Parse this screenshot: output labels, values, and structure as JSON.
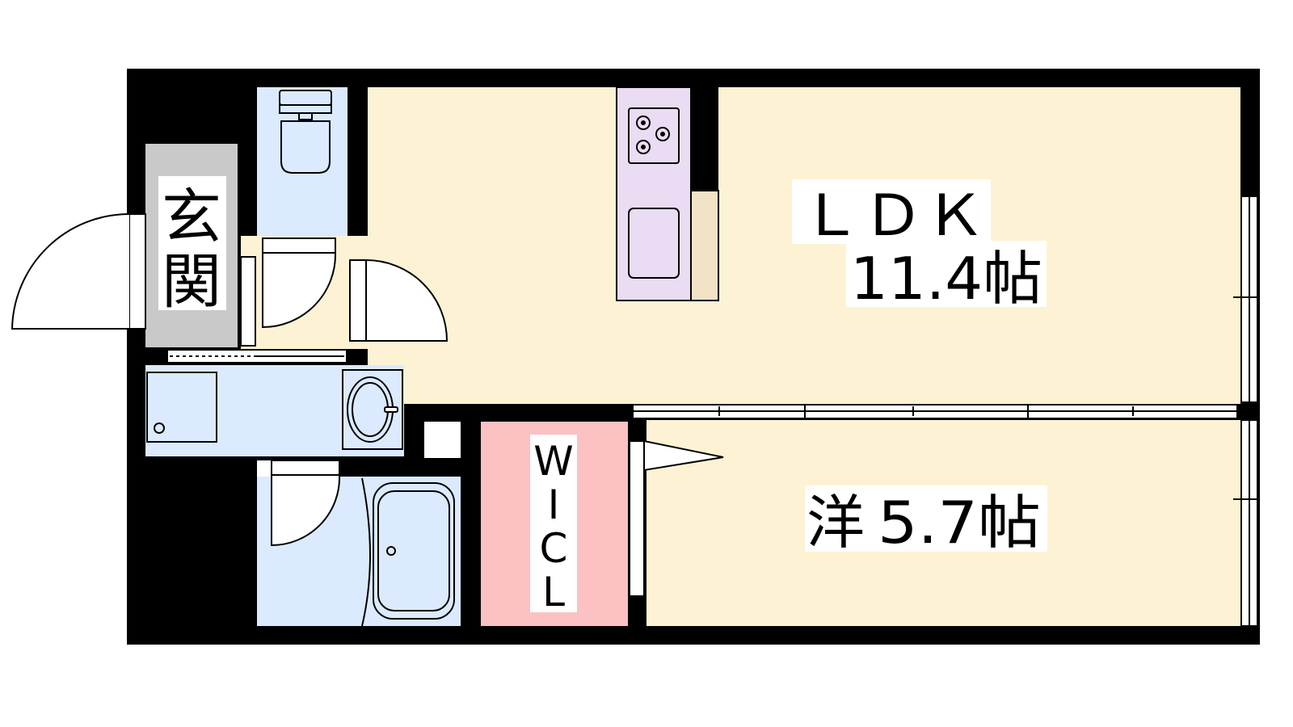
{
  "floorplan": {
    "rooms": {
      "ldk": {
        "name": "ＬＤＫ",
        "size": "11.4帖"
      },
      "western": {
        "prefix": "洋",
        "size": "5.7帖"
      },
      "entrance": {
        "line1": "玄",
        "line2": "関"
      },
      "wic": {
        "l1": "W",
        "l2": "I",
        "l3": "C",
        "l4": "L"
      }
    },
    "colors": {
      "wall": "#000000",
      "living": "#fdf2d3",
      "wet": "#dbeafe",
      "kitchen": "#e9dcf3",
      "wic": "#fbc1c3",
      "entrance": "#c9c9c9",
      "counter": "#f2e2c6"
    },
    "icons": [
      "stove-icon",
      "sink-icon",
      "toilet-icon",
      "washbasin-icon",
      "bathtub-icon",
      "washing-machine-icon",
      "door-swing-icon",
      "window-icon"
    ]
  }
}
